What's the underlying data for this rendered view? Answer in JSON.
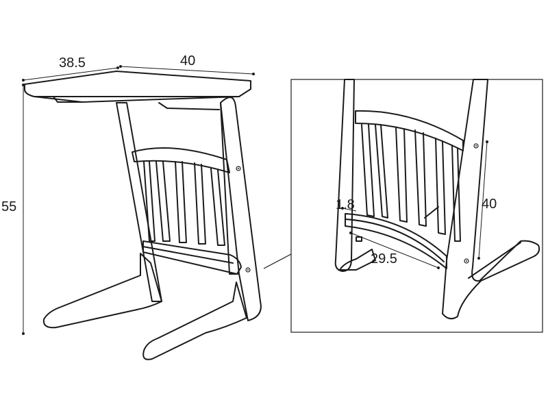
{
  "dimensions": {
    "depth": "38.5",
    "width": "40",
    "height": "55",
    "slat_thickness": "1.8",
    "rack_length": "29.5",
    "rack_height": "40"
  }
}
